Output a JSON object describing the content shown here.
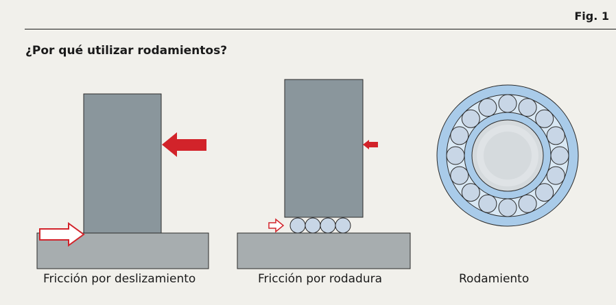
{
  "figure": {
    "label": "Fig. 1",
    "title": "¿Por qué utilizar rodamientos?"
  },
  "panels": [
    {
      "caption": "Fricción por deslizamiento"
    },
    {
      "caption": "Fricción por rodadura"
    },
    {
      "caption": "Rodamiento"
    }
  ],
  "colors": {
    "background": "#f1f0eb",
    "block": "#8a969c",
    "ground": "#a7adaf",
    "force_arrow": "#d2232a",
    "roller": "#c8d6e6",
    "bearing_ring": "#a9cbe9",
    "inner_race": "#d5dadd"
  },
  "icons": {
    "force_arrow": "solid-red-arrow-left",
    "friction_arrow": "outlined-red-arrow-right"
  }
}
